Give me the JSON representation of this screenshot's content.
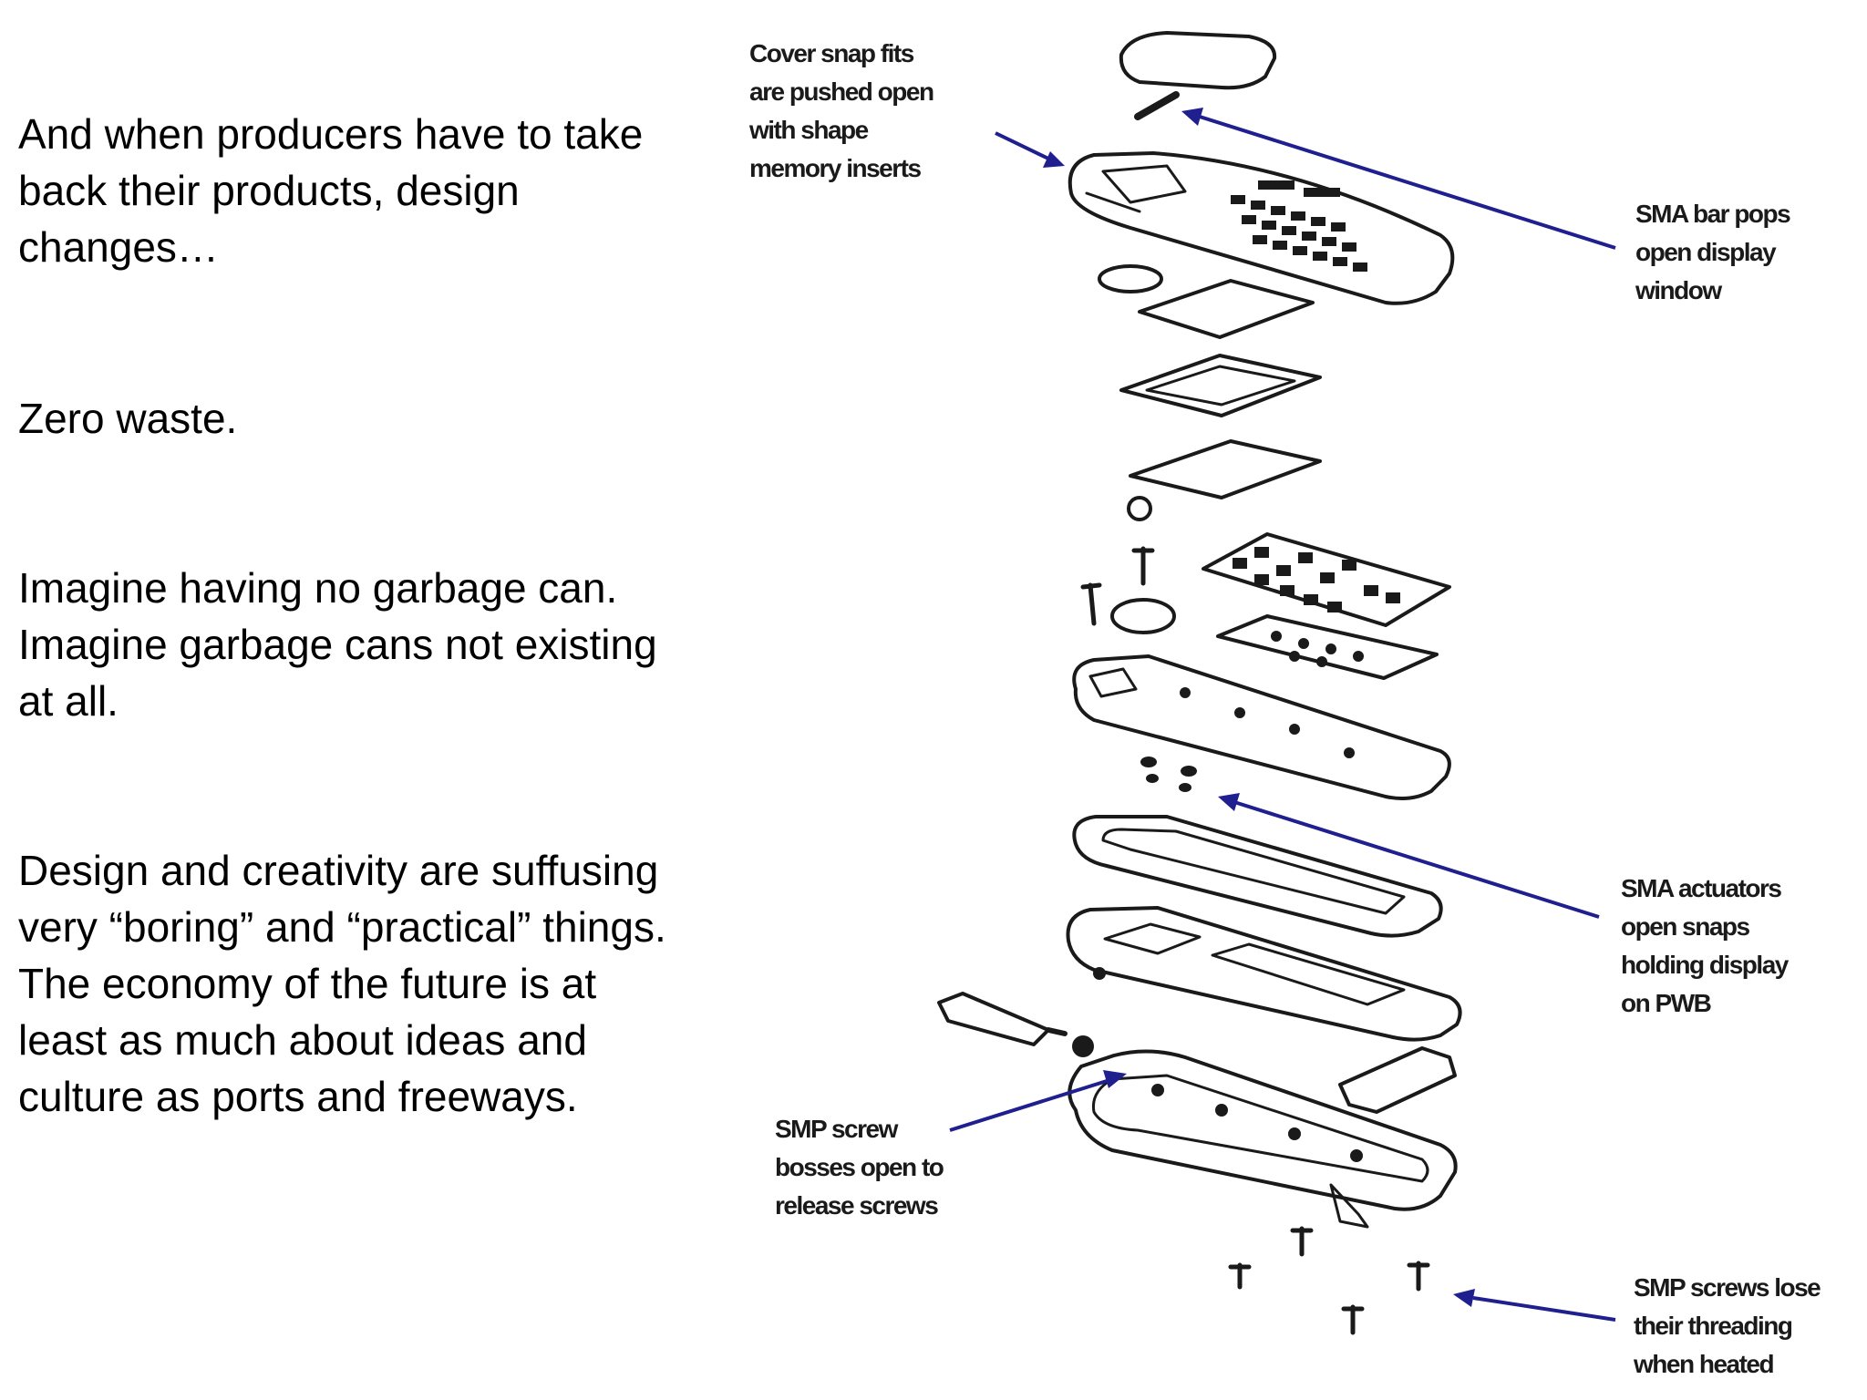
{
  "slide": {
    "paragraphs": [
      "And when producers have to take back their products, design changes…",
      "Zero waste.",
      "Imagine having no garbage can. Imagine garbage cans not existing at all.",
      "Design and creativity are suffusing very “boring” and “practical” things. The economy of the future is at least as much about ideas and culture as ports and freeways."
    ]
  },
  "figure": {
    "callouts": {
      "cover_snap": "Cover snap fits\nare pushed open\nwith shape\nmemory inserts",
      "sma_bar": "SMA bar pops\nopen display\nwindow",
      "sma_actuators": "SMA actuators\nopen snaps\nholding display\non PWB",
      "smp_screw_bosses": "SMP screw\nbosses open to\nrelease screws",
      "smp_screws": "SMP screws lose\ntheir threading\nwhen heated"
    },
    "colors": {
      "arrow": "#1f1f8f",
      "line": "#1a1a1a"
    }
  }
}
